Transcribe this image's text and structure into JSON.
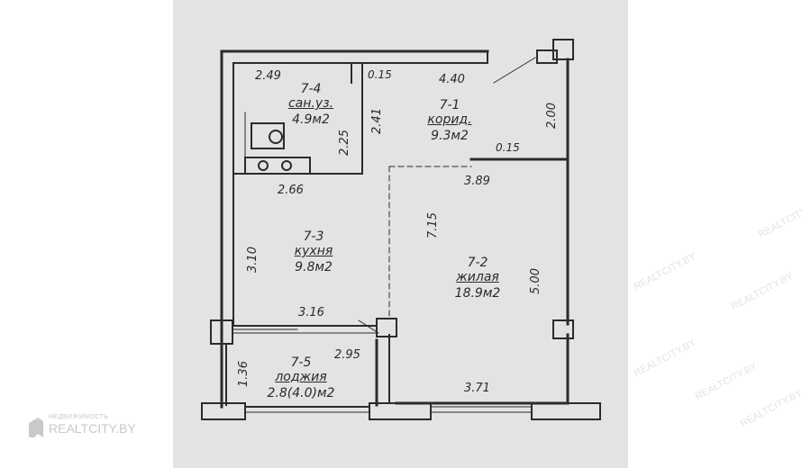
{
  "rooms": {
    "r74": {
      "code": "7-4",
      "name": "сан.уз.",
      "area": "4.9м2"
    },
    "r71": {
      "code": "7-1",
      "name": "корид.",
      "area": "9.3м2"
    },
    "r73": {
      "code": "7-3",
      "name": "кухня",
      "area": "9.8м2"
    },
    "r72": {
      "code": "7-2",
      "name": "жилая",
      "area": "18.9м2"
    },
    "r75": {
      "code": "7-5",
      "name": "лоджия",
      "area": "2.8(4.0)м2"
    }
  },
  "dimensions": {
    "d249": "2.49",
    "d015a": "0.15",
    "d440": "4.40",
    "d241": "2.41",
    "d225": "2.25",
    "d200": "2.00",
    "d015b": "0.15",
    "d266": "2.66",
    "d389": "3.89",
    "d715": "7.15",
    "d310": "3.10",
    "d500": "5.00",
    "d316": "3.16",
    "d295": "2.95",
    "d136": "1.36",
    "d371": "3.71"
  },
  "watermark": {
    "small": "НЕДВИЖИМОСТЬ",
    "brand": "REALTCITY.BY",
    "repeat": "REALTCITY.BY"
  }
}
